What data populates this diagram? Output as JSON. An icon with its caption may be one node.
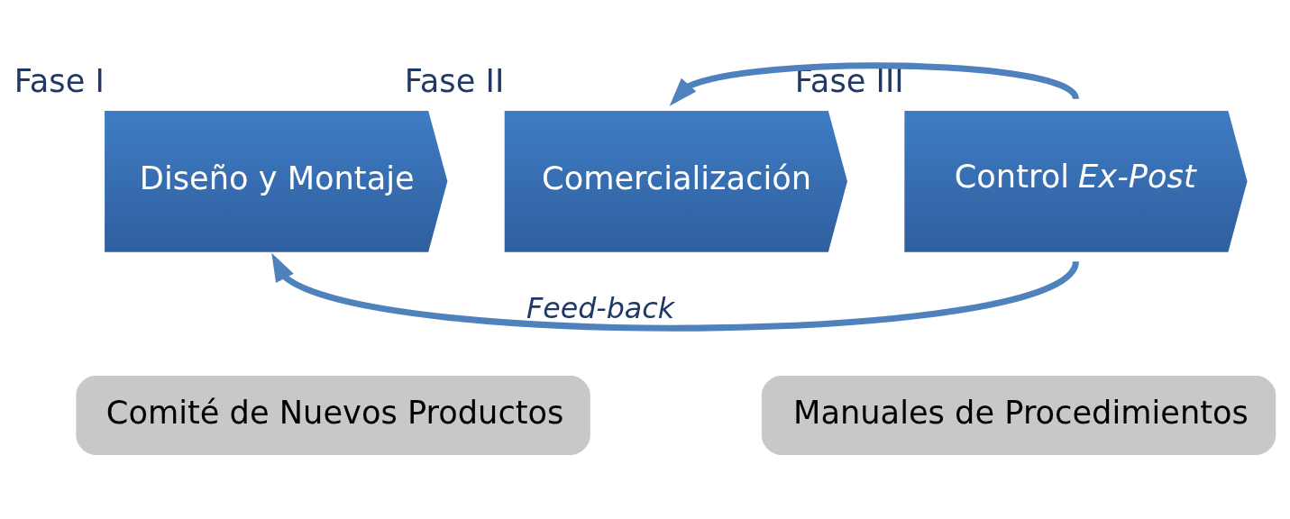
{
  "diagram": {
    "nodes": [
      {
        "text": [
          "Diseño y Montaje"
        ],
        "beside": [
          "Fase I"
        ]
      },
      {
        "text": [
          "Comercialización"
        ],
        "beside": [
          "Fase II"
        ]
      },
      {
        "text": [
          "Control *Ex-Post*"
        ],
        "beside": [
          "Fase III"
        ]
      },
      {
        "text": [
          "Comité de Nuevos Productos"
        ]
      },
      {
        "text": [
          "Manuales de Procedimientos"
        ]
      }
    ],
    "edges": [
      {
        "from": 2,
        "to": 1,
        "arrow": "to"
      },
      {
        "from": 2,
        "to": 0,
        "arrow": "to",
        "label": "Feed-back"
      }
    ]
  }
}
